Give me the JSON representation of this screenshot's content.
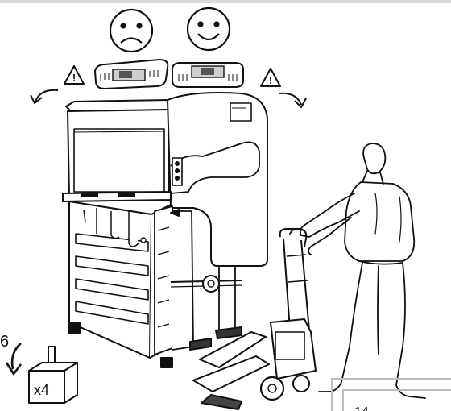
{
  "annotations": {
    "step_number": "6",
    "quantity": "x4",
    "warning_symbol": "⚠",
    "corner_text": "14"
  },
  "icons": {
    "sad_face": "sad-face-icon",
    "happy_face": "happy-face-icon",
    "level_bad": "spirit-level-tilted-icon",
    "level_good": "spirit-level-level-icon",
    "warning": "warning-triangle-icon",
    "rotate": "curved-arrow-icon",
    "weight_box": "weighted-block-icon"
  },
  "colors": {
    "line": "#111111",
    "background": "#ffffff",
    "frame": "#d8d8d8"
  }
}
